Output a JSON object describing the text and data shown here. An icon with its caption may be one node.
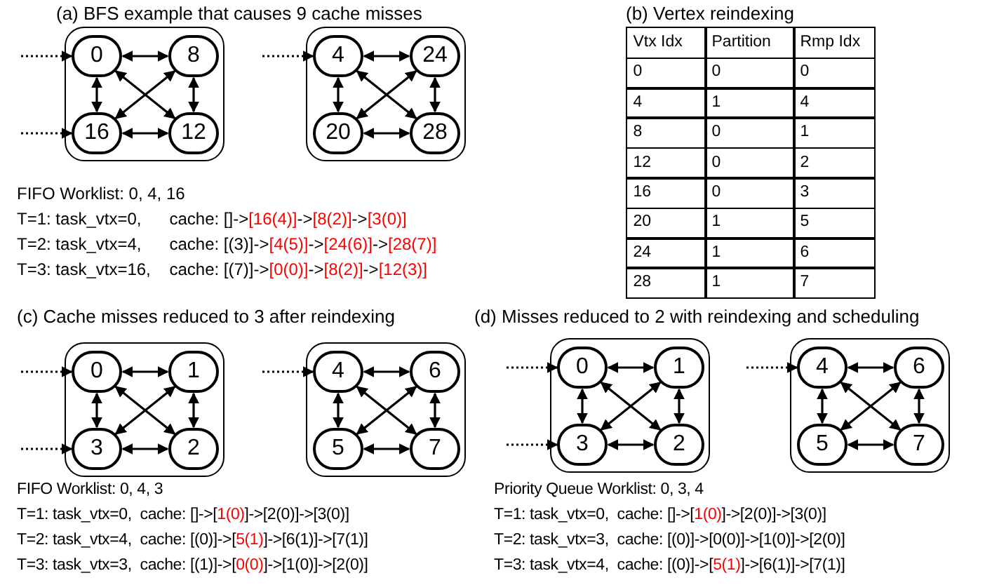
{
  "diagram": {
    "nodes": [
      {
        "text": [],
        "shape": "box"
      },
      {
        "text": [
          "0"
        ],
        "in": 0
      },
      {
        "text": [
          "8"
        ],
        "in": 0
      },
      {
        "text": [
          "16"
        ],
        "in": 0
      },
      {
        "text": [
          "12"
        ],
        "in": 0
      },
      {
        "text": [],
        "shape": "box"
      },
      {
        "text": [
          "4"
        ],
        "in": 5
      },
      {
        "text": [
          "24"
        ],
        "in": 5
      },
      {
        "text": [
          "20"
        ],
        "in": 5
      },
      {
        "text": [
          "28"
        ],
        "in": 5
      },
      {
        "text": [],
        "shape": "box"
      },
      {
        "text": [
          "0"
        ],
        "in": 10
      },
      {
        "text": [
          "1"
        ],
        "in": 10
      },
      {
        "text": [
          "3"
        ],
        "in": 10
      },
      {
        "text": [
          "2"
        ],
        "in": 10
      },
      {
        "text": [],
        "shape": "box"
      },
      {
        "text": [
          "4"
        ],
        "in": 15
      },
      {
        "text": [
          "6"
        ],
        "in": 15
      },
      {
        "text": [
          "5"
        ],
        "in": 15
      },
      {
        "text": [
          "7"
        ],
        "in": 15
      },
      {
        "text": [],
        "shape": "box"
      },
      {
        "text": [
          "0"
        ],
        "in": 20
      },
      {
        "text": [
          "1"
        ],
        "in": 20
      },
      {
        "text": [
          "3"
        ],
        "in": 20
      },
      {
        "text": [
          "2"
        ],
        "in": 20
      },
      {
        "text": [],
        "shape": "box"
      },
      {
        "text": [
          "4"
        ],
        "in": 25
      },
      {
        "text": [
          "6"
        ],
        "in": 25
      },
      {
        "text": [
          "5"
        ],
        "in": 25
      },
      {
        "text": [
          "7"
        ],
        "in": 25
      }
    ],
    "edges": [
      {
        "from": null,
        "to": 1,
        "arrow": "to",
        "style": "dashed"
      },
      {
        "from": null,
        "to": 3,
        "arrow": "to",
        "style": "dashed"
      },
      {
        "from": 1,
        "to": 2,
        "arrow": "both"
      },
      {
        "from": 1,
        "to": 3,
        "arrow": "both"
      },
      {
        "from": 2,
        "to": 4,
        "arrow": "both"
      },
      {
        "from": 3,
        "to": 4,
        "arrow": "both"
      },
      {
        "from": 1,
        "to": 4,
        "arrow": "both"
      },
      {
        "from": 2,
        "to": 3,
        "arrow": "both"
      },
      {
        "from": null,
        "to": 6,
        "arrow": "to",
        "style": "dashed"
      },
      {
        "from": 6,
        "to": 7,
        "arrow": "both"
      },
      {
        "from": 6,
        "to": 8,
        "arrow": "both"
      },
      {
        "from": 7,
        "to": 9,
        "arrow": "both"
      },
      {
        "from": 8,
        "to": 9,
        "arrow": "both"
      },
      {
        "from": 6,
        "to": 9,
        "arrow": "both"
      },
      {
        "from": 7,
        "to": 8,
        "arrow": "both"
      },
      {
        "from": null,
        "to": 11,
        "arrow": "to",
        "style": "dashed"
      },
      {
        "from": null,
        "to": 13,
        "arrow": "to",
        "style": "dashed"
      },
      {
        "from": 11,
        "to": 12,
        "arrow": "both"
      },
      {
        "from": 11,
        "to": 13,
        "arrow": "both"
      },
      {
        "from": 12,
        "to": 14,
        "arrow": "both"
      },
      {
        "from": 13,
        "to": 14,
        "arrow": "both"
      },
      {
        "from": 11,
        "to": 14,
        "arrow": "both"
      },
      {
        "from": 12,
        "to": 13,
        "arrow": "both"
      },
      {
        "from": null,
        "to": 16,
        "arrow": "to",
        "style": "dashed"
      },
      {
        "from": 16,
        "to": 17,
        "arrow": "both"
      },
      {
        "from": 16,
        "to": 18,
        "arrow": "both"
      },
      {
        "from": 17,
        "to": 19,
        "arrow": "both"
      },
      {
        "from": 18,
        "to": 19,
        "arrow": "both"
      },
      {
        "from": 16,
        "to": 19,
        "arrow": "both"
      },
      {
        "from": 17,
        "to": 18,
        "arrow": "both"
      },
      {
        "from": null,
        "to": 21,
        "arrow": "to",
        "style": "dashed"
      },
      {
        "from": null,
        "to": 23,
        "arrow": "to",
        "style": "dashed"
      },
      {
        "from": 21,
        "to": 22,
        "arrow": "both"
      },
      {
        "from": 21,
        "to": 23,
        "arrow": "both"
      },
      {
        "from": 22,
        "to": 24,
        "arrow": "both"
      },
      {
        "from": 23,
        "to": 24,
        "arrow": "both"
      },
      {
        "from": 21,
        "to": 24,
        "arrow": "both"
      },
      {
        "from": 22,
        "to": 23,
        "arrow": "both"
      },
      {
        "from": null,
        "to": 26,
        "arrow": "to",
        "style": "dashed"
      },
      {
        "from": 26,
        "to": 27,
        "arrow": "both"
      },
      {
        "from": 26,
        "to": 28,
        "arrow": "both"
      },
      {
        "from": 27,
        "to": 29,
        "arrow": "both"
      },
      {
        "from": 28,
        "to": 29,
        "arrow": "both"
      },
      {
        "from": 26,
        "to": 29,
        "arrow": "both"
      },
      {
        "from": 27,
        "to": 28,
        "arrow": "both"
      }
    ],
    "labels": [
      "(a) BFS example that causes 9 cache misses",
      "(b) Vertex reindexing",
      "Vtx Idx",
      "Partition",
      "Rmp Idx",
      "0",
      "0",
      "0",
      "4",
      "1",
      "4",
      "8",
      "0",
      "1",
      "12",
      "0",
      "2",
      "16",
      "0",
      "3",
      "20",
      "1",
      "5",
      "24",
      "1",
      "6",
      "28",
      "1",
      "7",
      "FIFO Worklist: 0, 4, 16",
      "T=1: task_vtx=0,      cache: []->*[16(4)]*->*[8(2)]*->*[3(0)]*",
      "T=2: task_vtx=4,      cache: [(3)]->*[4(5)]*->*[24(6)]*->*[28(7)]*",
      "T=3: task_vtx=16,    cache: [(7)]->*[0(0)]*->*[8(2)]*->*[12(3)]*",
      "(c) Cache misses reduced to 3 after reindexing",
      "(d) Misses reduced to 2 with reindexing and scheduling",
      "FIFO Worklist: 0, 4, 3",
      "T=1: task_vtx=0,  cache: []->[*1(0)*]->[2(0)]->[3(0)]",
      "T=2: task_vtx=4,  cache: [(0)]->[*5(1)*]->[6(1)]->[7(1)]",
      "T=3: task_vtx=3,  cache: [(1)]->[*0(0)*]->[1(0)]->[2(0)]",
      "Priority Queue Worklist: 0, 3, 4",
      "T=1: task_vtx=0,  cache: []->[*1(0)*]->[2(0)]->[3(0)]",
      "T=2: task_vtx=3,  cache: [(0)]->[0(0)]->[1(0)]->[2(0)]",
      "T=3: task_vtx=4,  cache: [(0)]->[*5(1)*]->[6(1)]->[7(1)]"
    ]
  }
}
